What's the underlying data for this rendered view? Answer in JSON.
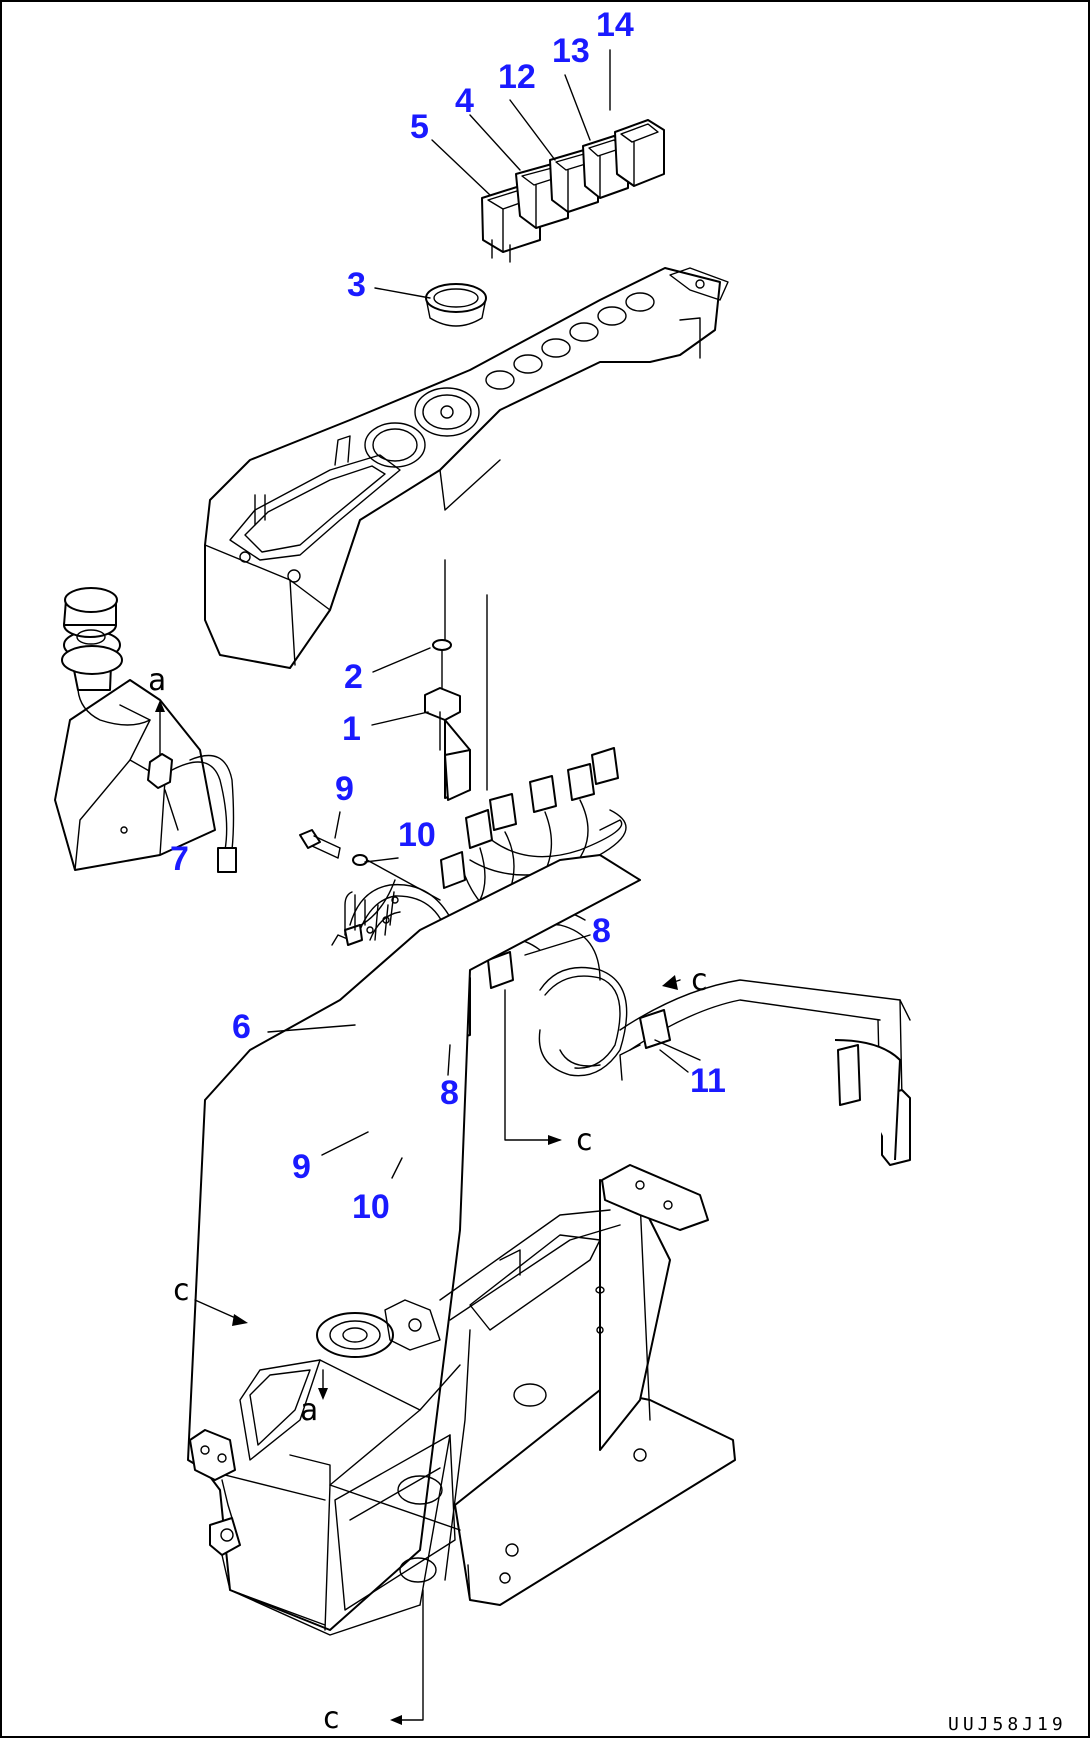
{
  "diagram": {
    "callouts": [
      {
        "id": "c14",
        "label": "14"
      },
      {
        "id": "c13",
        "label": "13"
      },
      {
        "id": "c12",
        "label": "12"
      },
      {
        "id": "c4",
        "label": "4"
      },
      {
        "id": "c5",
        "label": "5"
      },
      {
        "id": "c3",
        "label": "3"
      },
      {
        "id": "c2",
        "label": "2"
      },
      {
        "id": "c1",
        "label": "1"
      },
      {
        "id": "c9a",
        "label": "9"
      },
      {
        "id": "c10a",
        "label": "10"
      },
      {
        "id": "c7",
        "label": "7"
      },
      {
        "id": "c8a",
        "label": "8"
      },
      {
        "id": "c6",
        "label": "6"
      },
      {
        "id": "c8b",
        "label": "8"
      },
      {
        "id": "c11",
        "label": "11"
      },
      {
        "id": "c9b",
        "label": "9"
      },
      {
        "id": "c10b",
        "label": "10"
      }
    ],
    "reference_marks": [
      {
        "id": "ref-a-top",
        "label": "a"
      },
      {
        "id": "ref-c-right",
        "label": "c"
      },
      {
        "id": "ref-c-mid",
        "label": "c"
      },
      {
        "id": "ref-c-left",
        "label": "c"
      },
      {
        "id": "ref-a-base",
        "label": "a"
      },
      {
        "id": "ref-c-bottom",
        "label": "c"
      }
    ],
    "drawing_code": "UUJ58J19",
    "colors": {
      "callout": "#1a1aff",
      "line": "#000000",
      "background": "#ffffff"
    }
  }
}
